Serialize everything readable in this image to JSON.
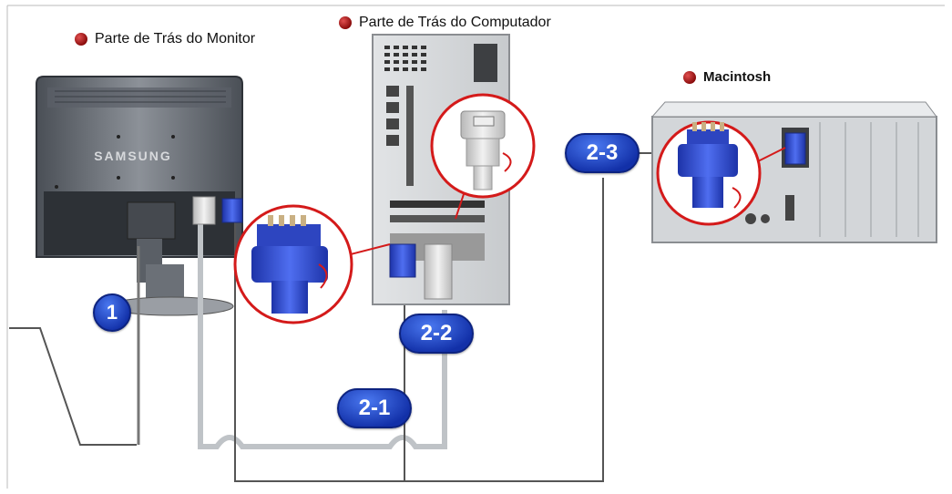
{
  "labels": {
    "monitor_back": "Parte de Trás do Monitor",
    "computer_back": "Parte de Trás do Computador",
    "macintosh": "Macintosh"
  },
  "monitor": {
    "brand": "SAMSUNG"
  },
  "badges": {
    "step1": "1",
    "step2_1": "2-1",
    "step2_2": "2-2",
    "step2_3": "2-3"
  },
  "colors": {
    "label_dot": "#b01515",
    "badge_blue": "#1f45d0",
    "vga_connector": "#2a44c8",
    "dvi_connector": "#d8d8d8",
    "callout_border": "#d41a1a",
    "cable_line": "#555555"
  }
}
